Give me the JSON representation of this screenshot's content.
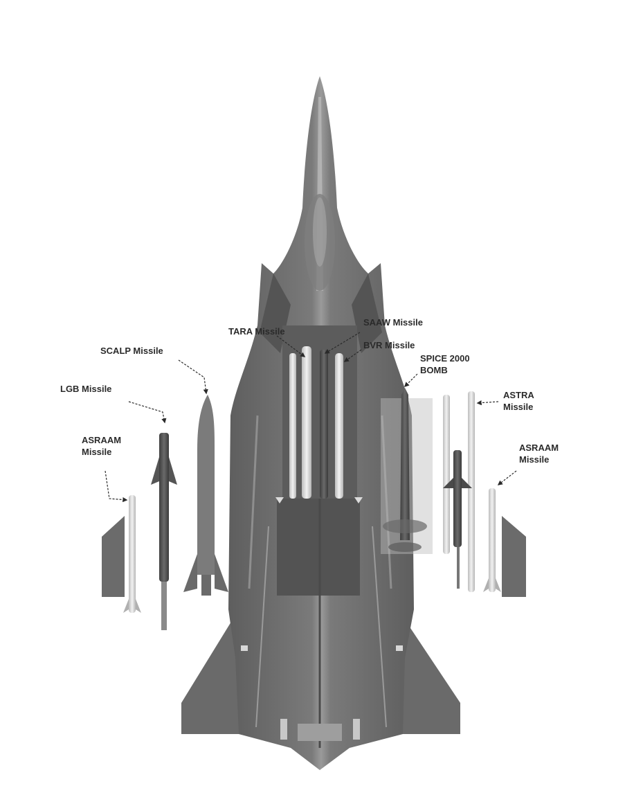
{
  "labels": {
    "tara": "TARA Missile",
    "saaw": "SAAW Missile",
    "bvr": "BVR Missile",
    "scalp": "SCALP Missile",
    "spice_line1": "SPICE 2000",
    "spice_line2": "BOMB",
    "lgb": "LGB Missile",
    "astra_line1": "ASTRA",
    "astra_line2": "Missile",
    "asraam_left_line1": "ASRAAM",
    "asraam_left_line2": "Missile",
    "asraam_right_line1": "ASRAAM",
    "asraam_right_line2": "Missile"
  },
  "colors": {
    "fuselage": "#6f6f6f",
    "fuselage_dark": "#5a5a5a",
    "fuselage_light": "#8d8d8d",
    "highlight": "#c9c9c9",
    "missile_light": "#dedede",
    "missile_dark": "#4e4e4e",
    "bay": "#575757",
    "label": "#2a2a2a"
  }
}
